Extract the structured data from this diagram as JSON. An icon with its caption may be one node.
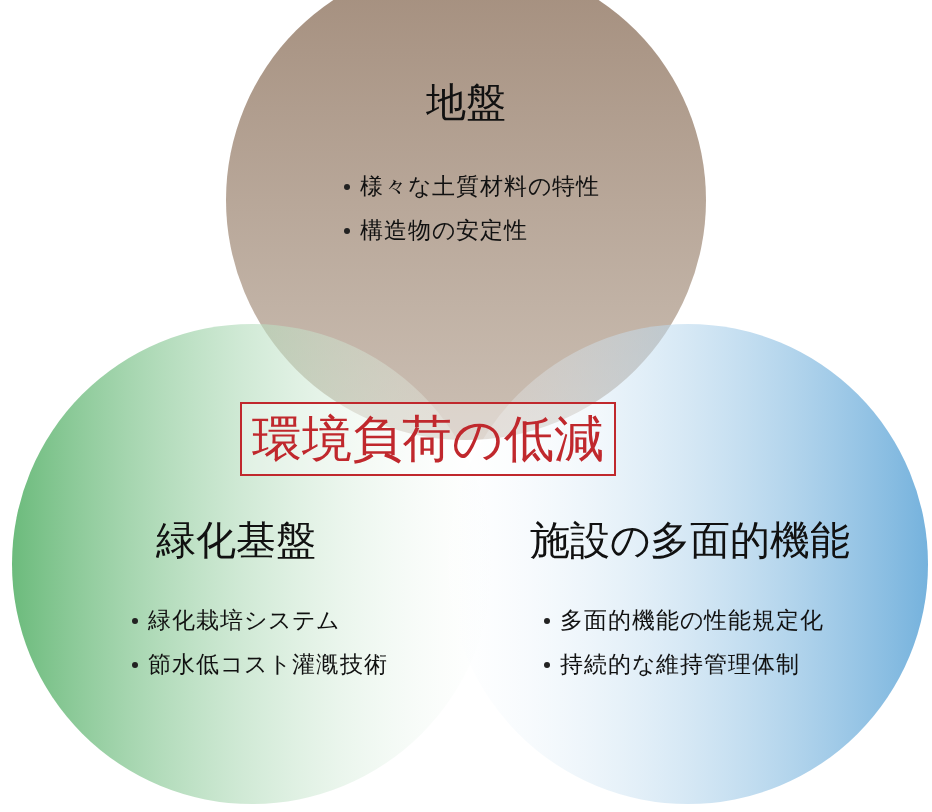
{
  "diagram": {
    "nodes": [
      {
        "text": [
          "地盤",
          "様々な土質材料の特性",
          "構造物の安定性"
        ]
      },
      {
        "text": [
          "緑化基盤",
          "緑化栽培システム",
          "節水低コスト灌漑技術"
        ]
      },
      {
        "text": [
          "施設の多面的機能",
          "多面的機能の性能規定化",
          "持続的な維持管理体制"
        ]
      },
      {
        "text": [
          "環境負荷の低減"
        ]
      }
    ]
  }
}
